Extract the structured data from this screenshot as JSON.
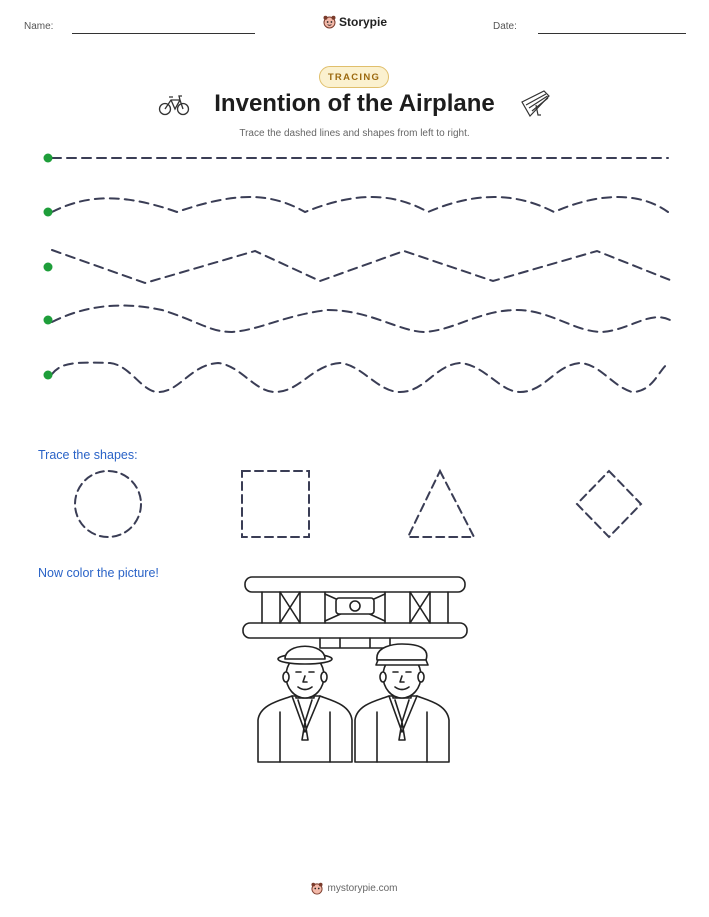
{
  "header": {
    "name_label": "Name:",
    "date_label": "Date:",
    "brand": "Storypie"
  },
  "badge": "TRACING",
  "title": "Invention of the Airplane",
  "subtitle": "Trace the dashed lines and shapes from left to right.",
  "tracing": {
    "dot_color": "#1e9e3a",
    "dash_color": "#3a3d55"
  },
  "shapes_label": "Trace the shapes:",
  "color_label": "Now color the picture!",
  "footer": "mystorypie.com",
  "icons": [
    "bicycle-icon",
    "glider-icon",
    "storypie-logo-icon"
  ]
}
